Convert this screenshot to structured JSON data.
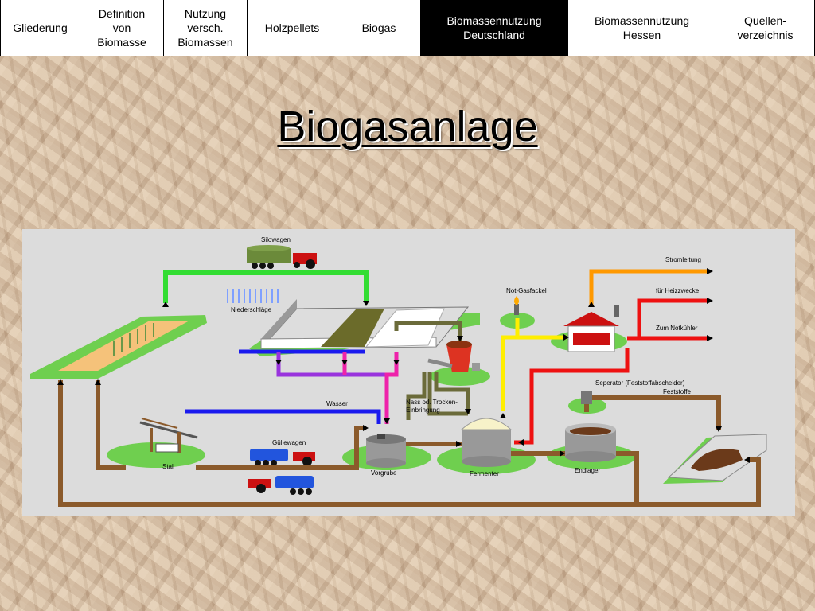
{
  "nav": {
    "tabs": [
      {
        "label": "Gliederung",
        "active": false
      },
      {
        "label": "Definition\nvon\nBiomasse",
        "active": false
      },
      {
        "label": "Nutzung\nversch.\nBiomassen",
        "active": false
      },
      {
        "label": "Holzpellets",
        "active": false
      },
      {
        "label": "Biogas",
        "active": false
      },
      {
        "label": "Biomassennutzung\nDeutschland",
        "active": true
      },
      {
        "label": "Biomassennutzung\nHessen",
        "active": false
      },
      {
        "label": "Quellen-\nverzeichnis",
        "active": false
      }
    ]
  },
  "slide": {
    "title": "Biogasanlage"
  },
  "diagram": {
    "labels": {
      "silowagen": "Silowagen",
      "niederschlaege": "Niederschläge",
      "wasser": "Wasser",
      "nass_trocken_1": "Nass od. Trocken-",
      "nass_trocken_2": "Einbringung",
      "guellewagen": "Güllewagen",
      "stall": "Stall",
      "vorgrube": "Vorgrube",
      "fermenter": "Fermenter",
      "endlager": "Endlager",
      "not_gasfackel": "Not-Gasfackel",
      "stromleitung": "Stromleitung",
      "heizzwecke": "für Heizzwecke",
      "notkuehler": "Zum Notkühler",
      "separator": "Seperator (Feststoffabscheider)",
      "feststoffe": "Feststoffe"
    },
    "colors": {
      "green_pipe": "#33dd33",
      "brown_pipe": "#8b5a2b",
      "blue_pipe": "#1a1aee",
      "pink_pipe": "#ee22aa",
      "yellow_pipe": "#ffee00",
      "red_pipe": "#ee1111",
      "olive_pipe": "#6b6b3a",
      "orange_pipe": "#ff9900"
    }
  }
}
